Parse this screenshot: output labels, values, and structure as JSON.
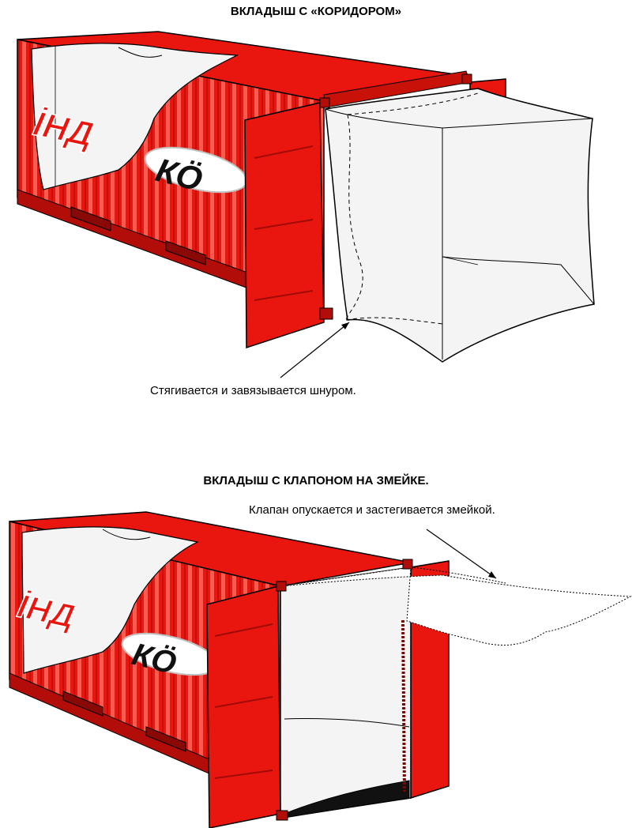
{
  "diagrams": [
    {
      "title": "ВКЛАДЫШ С «КОРИДОРОМ»",
      "caption": "Стягивается и завязывается шнуром.",
      "logo": {
        "left": "İНД",
        "right": "КÖ"
      }
    },
    {
      "title": "ВКЛАДЫШ С КЛАПОНОМ НА ЗМЕЙКЕ.",
      "caption": "Клапан опускается и застегивается змейкой.",
      "logo": {
        "left": "İНД",
        "right": "КÖ"
      }
    }
  ],
  "colors": {
    "container_red": "#e8160f",
    "container_dark": "#b30d09",
    "rib": "#ff5a4f",
    "liner": "#f4f4f4",
    "outline": "#000000"
  }
}
